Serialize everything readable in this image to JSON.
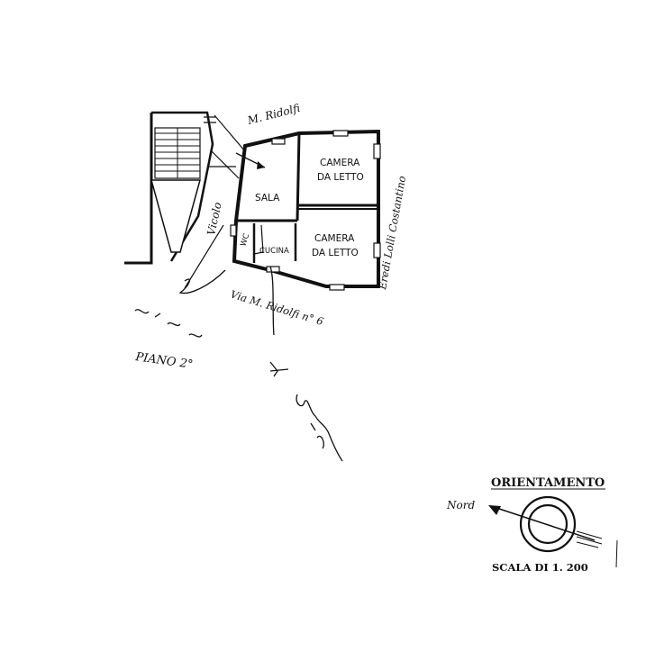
{
  "rooms": {
    "sala": "SALA",
    "camera_top_line1": "CAMERA",
    "camera_top_line2": "DA LETTO",
    "camera_bottom_line1": "CAMERA",
    "camera_bottom_line2": "DA LETTO",
    "cucina": "CUCINA",
    "wc": "WC"
  },
  "streets": {
    "north": "M. Ridolfi",
    "west": "Vicolo",
    "east": "Eredi Lolli Costantino",
    "south": "Via M. Ridolfi n° 6"
  },
  "floor_label": "PIANO 2°",
  "orientation": {
    "title": "ORIENTAMENTO",
    "north": "Nord",
    "scale": "SCALA DI 1. 200"
  }
}
